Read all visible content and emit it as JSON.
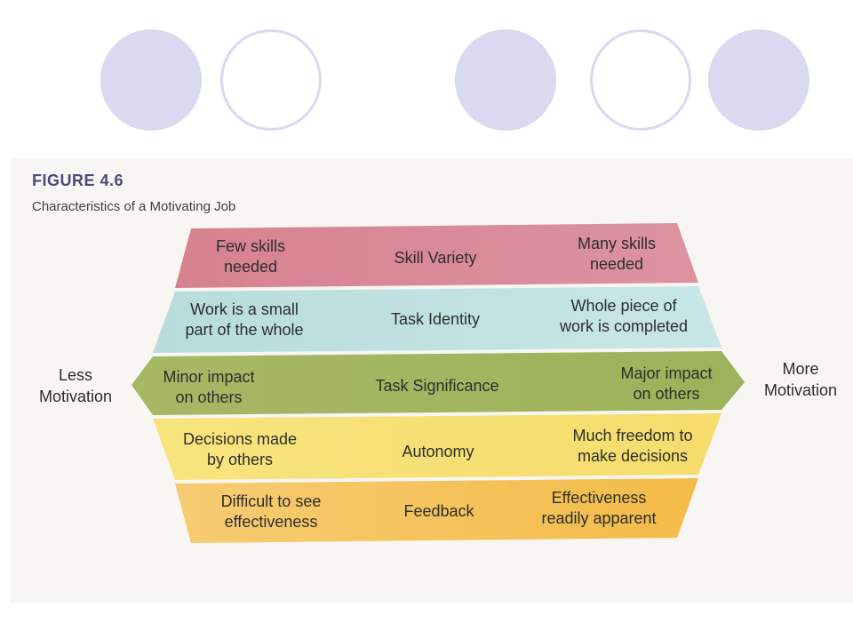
{
  "figure": {
    "number": "FIGURE 4.6",
    "caption": "Characteristics of a Motivating Job"
  },
  "left_label": [
    "Less",
    "Motivation"
  ],
  "right_label": [
    "More",
    "Motivation"
  ],
  "colors": {
    "circle": "#d9d9ef",
    "panel": "#f8f6f2"
  },
  "bands": [
    {
      "name": "Skill Variety",
      "low": [
        "Few skills",
        "needed"
      ],
      "high": [
        "Many skills",
        "needed"
      ],
      "color": "#d98a96"
    },
    {
      "name": "Task Identity",
      "low": [
        "Work is a small",
        "part of the whole"
      ],
      "high": [
        "Whole piece of",
        "work is completed"
      ],
      "color": "#bfe0e0"
    },
    {
      "name": "Task Significance",
      "low": [
        "Minor impact",
        "on others"
      ],
      "high": [
        "Major impact",
        "on others"
      ],
      "color": "#aebd6c"
    },
    {
      "name": "Autonomy",
      "low": [
        "Decisions made",
        "by others"
      ],
      "high": [
        "Much freedom to",
        "make decisions"
      ],
      "color": "#f6e17c"
    },
    {
      "name": "Feedback",
      "low": [
        "Difficult to see",
        "effectiveness"
      ],
      "high": [
        "Effectiveness",
        "readily apparent"
      ],
      "color": "#f5c35c"
    }
  ]
}
